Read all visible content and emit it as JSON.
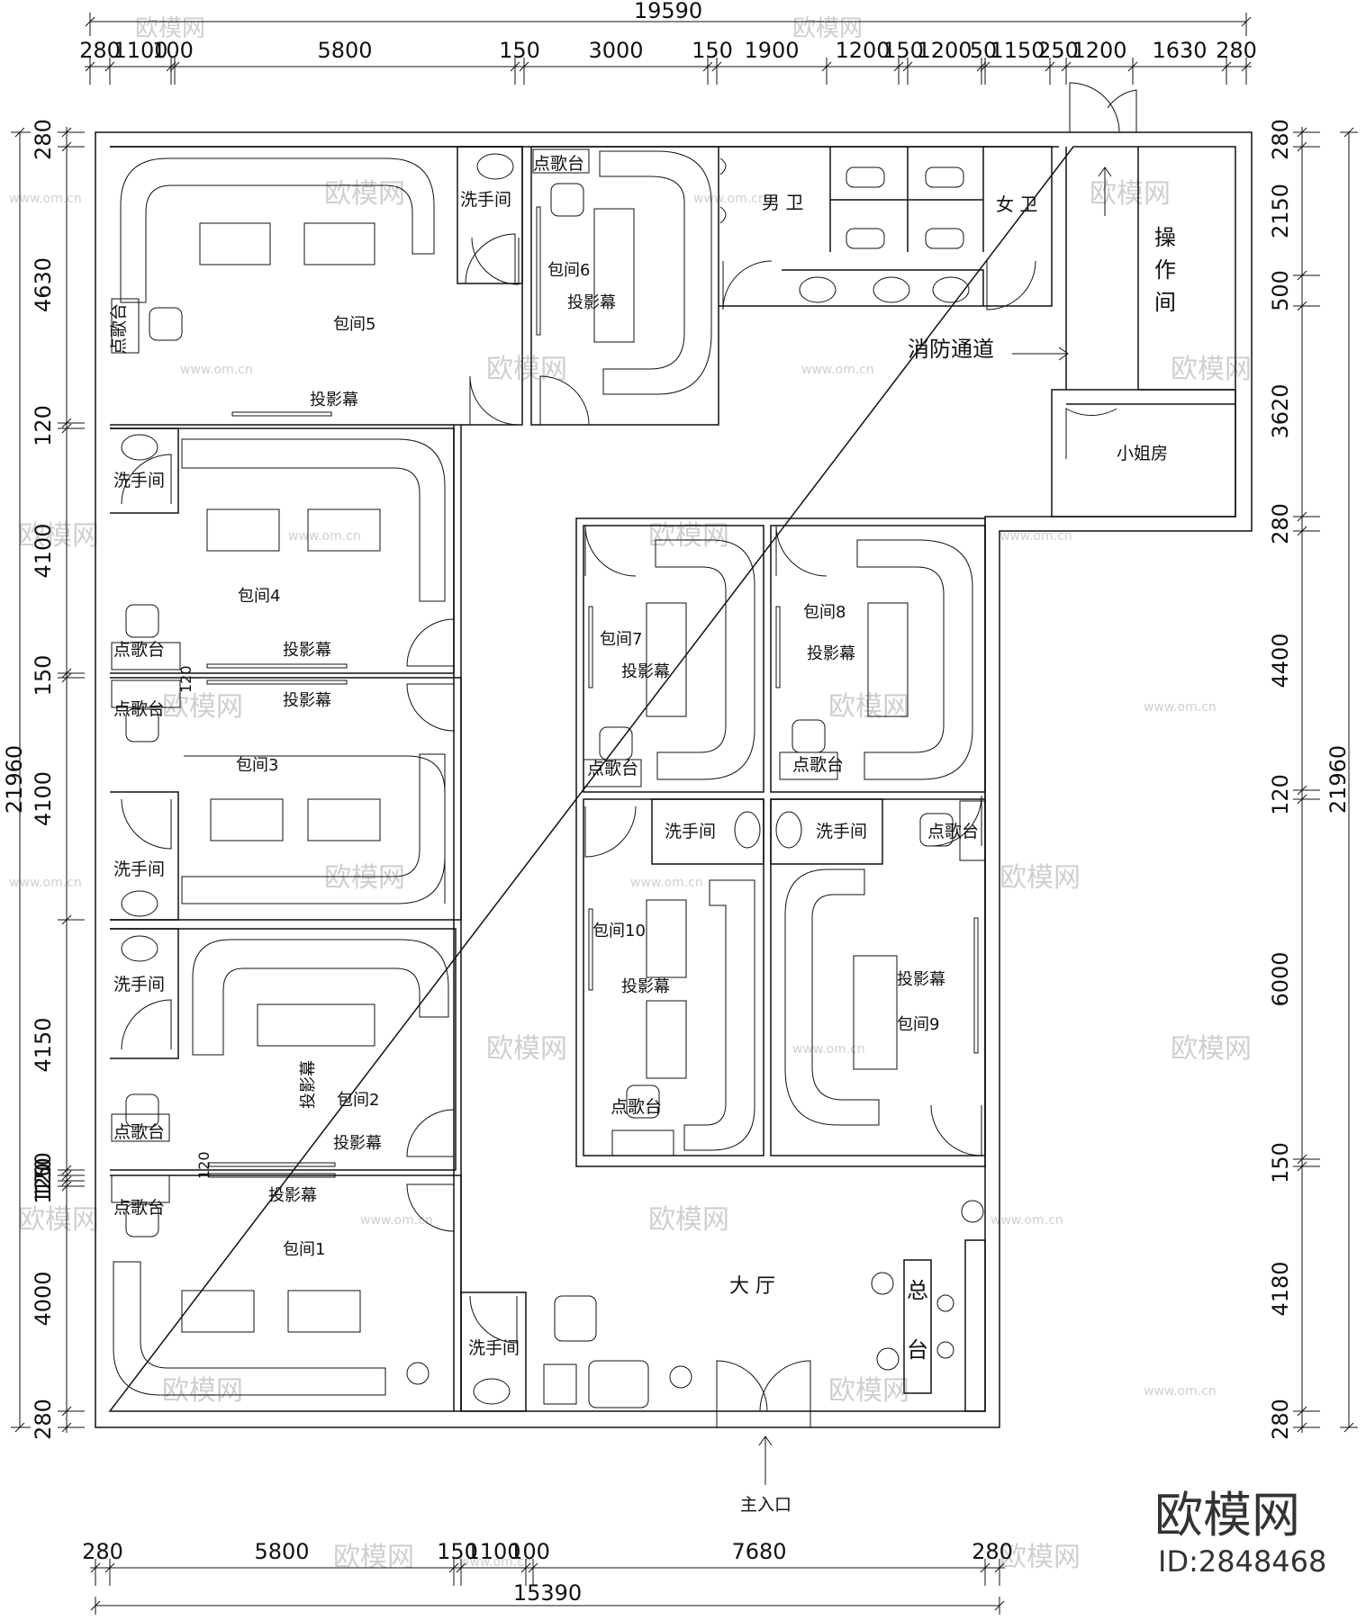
{
  "dimensions": {
    "top_total": "19590",
    "top": [
      "280",
      "1100",
      "100",
      "5800",
      "150",
      "3000",
      "150",
      "1900",
      "1200",
      "150",
      "1200",
      "50",
      "1150",
      "250",
      "1200",
      "1630",
      "280"
    ],
    "left_total": "21960",
    "left": [
      "280",
      "4630",
      "120",
      "4100",
      "150",
      "4100",
      "4150",
      "150",
      "120",
      "120",
      "4000",
      "280"
    ],
    "right_total": "21960",
    "right": [
      "280",
      "2150",
      "500",
      "3620",
      "280",
      "4400",
      "120",
      "6000",
      "150",
      "4180",
      "280"
    ],
    "bottom_total": "15390",
    "bottom": [
      "280",
      "5800",
      "150",
      "1100",
      "100",
      "7680",
      "280"
    ]
  },
  "rooms": {
    "r5": "包间5",
    "r6": "包间6",
    "r4": "包间4",
    "r3": "包间3",
    "r2": "包间2",
    "r1": "包间1",
    "r7": "包间7",
    "r8": "包间8",
    "r10": "包间10",
    "r9": "包间9",
    "men_wc": "男  卫",
    "women_wc": "女  卫",
    "operation": "操\n作\n间",
    "operation_chars": [
      "操",
      "作",
      "间"
    ],
    "staff_room": "小姐房",
    "hall": "大  厅",
    "front_desk_chars": [
      "总",
      "台"
    ]
  },
  "labels": {
    "washroom": "洗手间",
    "song_console": "点歌台",
    "projector_screen": "投影幕",
    "fire_exit": "消防通道",
    "main_entrance": "主入口",
    "inner_dims": [
      "120",
      "120"
    ]
  },
  "watermark": {
    "brand": "欧模网",
    "url": "www.om.cn",
    "id": "ID:2848468"
  },
  "colors": {
    "line": "#111111",
    "watermark": "#d0d0d0",
    "brand": "#333333"
  }
}
